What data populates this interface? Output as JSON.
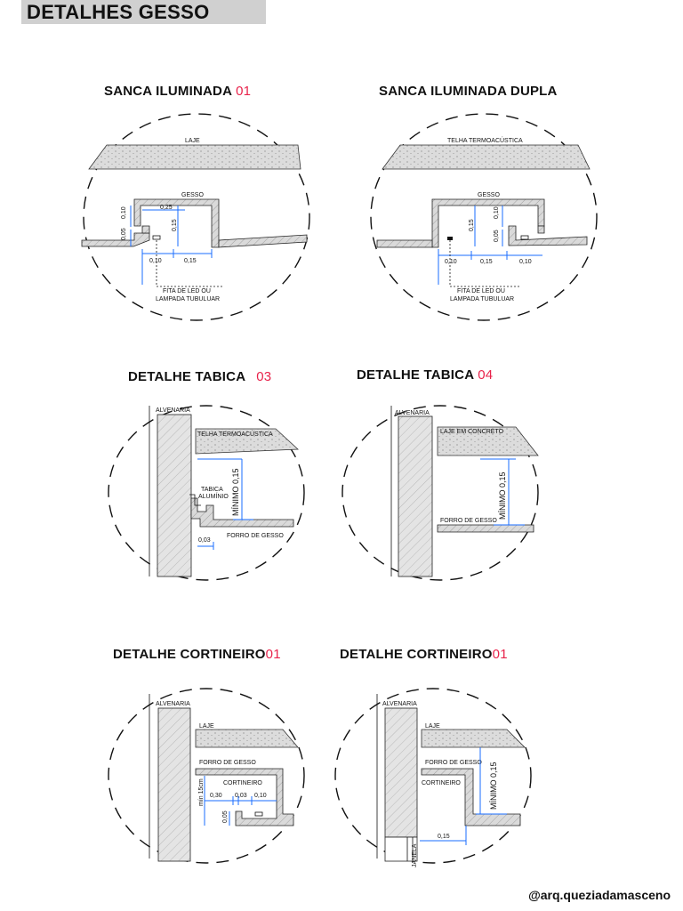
{
  "page_title": "DETALHES GESSO",
  "credit": "@arq.queziadamasceno",
  "colors": {
    "accent": "#e8234b",
    "dimension": "#1a6cff",
    "banner": "#d0d0d0"
  },
  "panels": {
    "sanca1": {
      "title": "SANCA ILUMINADA",
      "num": "01",
      "labels": {
        "top": "LAJE",
        "gesso": "GESSO",
        "fita1": "FITA DE LED OU",
        "fita2": "LAMPADA TUBULUAR"
      },
      "dims": {
        "d025": "0,25",
        "d010v": "0,10",
        "d005v": "0,05",
        "d015v": "0,15",
        "d010h": "0,10",
        "d015h": "0,15"
      }
    },
    "sanca_dupla": {
      "title": "SANCA ILUMINADA DUPLA",
      "labels": {
        "top": "TELHA TERMOACÚSTICA",
        "gesso": "GESSO",
        "fita1": "FITA DE LED OU",
        "fita2": "LAMPADA TUBULUAR"
      },
      "dims": {
        "d015v": "0,15",
        "d010v": "0,10",
        "d005v": "0,05",
        "d010a": "0,10",
        "d015h": "0,15",
        "d010b": "0,10"
      }
    },
    "tabica3": {
      "title": "DETALHE TABICA",
      "num": "03",
      "labels": {
        "alvenaria": "ALVENARIA",
        "top": "TELHA TERMOACÚSTICA",
        "tabica1": "TABICA",
        "tabica2": "ALUMÍNIO",
        "forro": "FORRO DE GESSO"
      },
      "dims": {
        "minimo": "MÍNIMO 0,15",
        "d003": "0,03"
      }
    },
    "tabica4": {
      "title": "DETALHE TABICA",
      "num": "04",
      "labels": {
        "alvenaria": "ALVENARIA",
        "top": "LAJE EM CONCRETO",
        "forro": "FORRO DE GESSO"
      },
      "dims": {
        "minimo": "MÍNIMO 0,15"
      }
    },
    "cort1": {
      "title": "DETALHE  CORTINEIRO",
      "num": "01",
      "labels": {
        "alvenaria": "ALVENARIA",
        "top": "LAJE",
        "forro": "FORRO DE GESSO",
        "cortineiro": "CORTINEIRO"
      },
      "dims": {
        "min15": "mín 15cm",
        "d030": "0,30",
        "d003": "0,03",
        "d010": "0,10",
        "d005": "0,05"
      }
    },
    "cort2": {
      "title": "DETALHE  CORTINEIRO",
      "num": "01",
      "labels": {
        "alvenaria": "ALVENARIA",
        "top": "LAJE",
        "forro": "FORRO DE GESSO",
        "cortineiro": "CORTINEIRO",
        "janela": "JANELA"
      },
      "dims": {
        "minimo": "MÍNIMO 0,15",
        "d015": "0,15"
      }
    }
  }
}
